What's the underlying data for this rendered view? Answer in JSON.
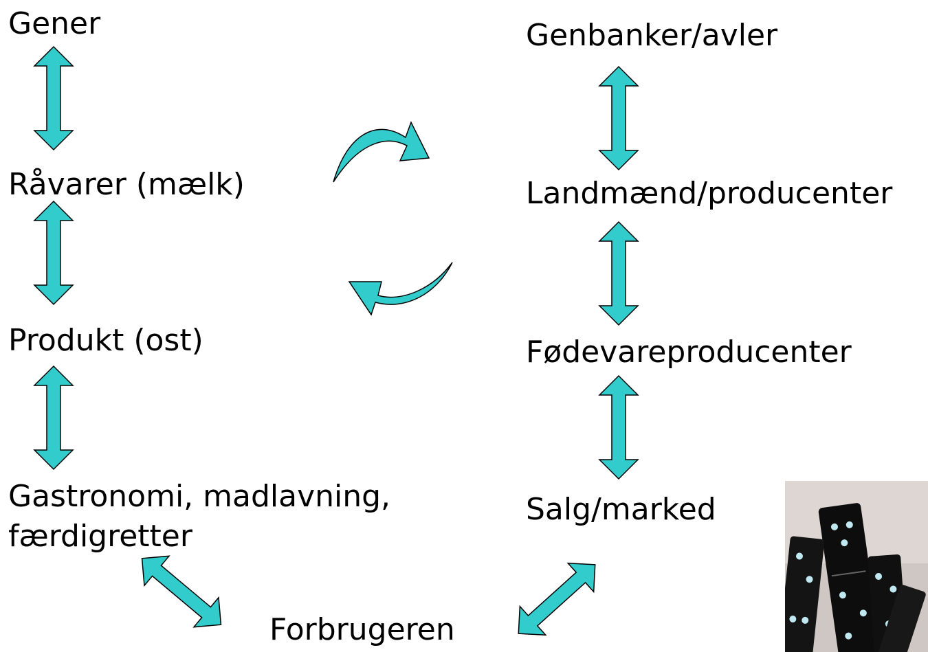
{
  "left_column": {
    "gener": "Gener",
    "ravarer": "Råvarer (mælk)",
    "produkt": "Produkt (ost)",
    "gastronomi_line1": "Gastronomi, madlavning,",
    "gastronomi_line2": "færdigretter"
  },
  "right_column": {
    "genbanker": "Genbanker/avler",
    "landmaend": "Landmænd/producenter",
    "fodevare": "Fødevareproducenter",
    "salg": "Salg/marked"
  },
  "bottom": {
    "forbrugeren": "Forbrugeren"
  },
  "colors": {
    "arrow_fill": "#33cccc",
    "arrow_stroke": "#000000"
  },
  "image": {
    "subject": "dominoes-photo"
  }
}
